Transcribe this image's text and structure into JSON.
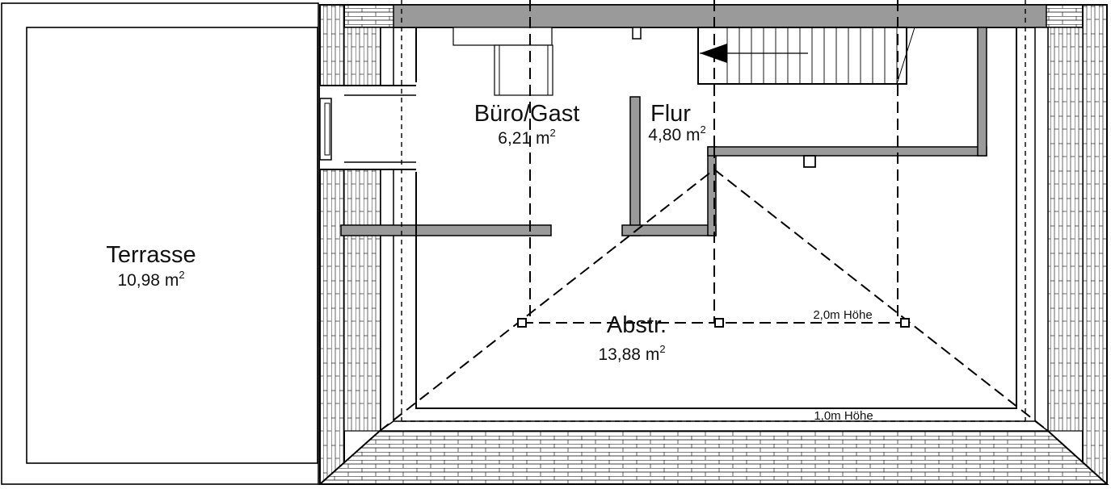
{
  "plan": {
    "rooms": {
      "terrasse": {
        "name": "Terrasse",
        "area": "10,98 m",
        "unit_exp": "2"
      },
      "buero": {
        "name": "Büro/Gast",
        "area": "6,21 m",
        "unit_exp": "2"
      },
      "flur": {
        "name": "Flur",
        "area": "4,80 m",
        "unit_exp": "2"
      },
      "abstr": {
        "name": "Abstr.",
        "area": "13,88 m",
        "unit_exp": "2"
      }
    },
    "height_lines": {
      "upper": "2,0m Höhe",
      "lower": "1,0m Höhe"
    }
  },
  "colors": {
    "wall": "#9a9a9a",
    "line": "#000000",
    "hatch": "#ffffff",
    "background": "#ffffff"
  }
}
